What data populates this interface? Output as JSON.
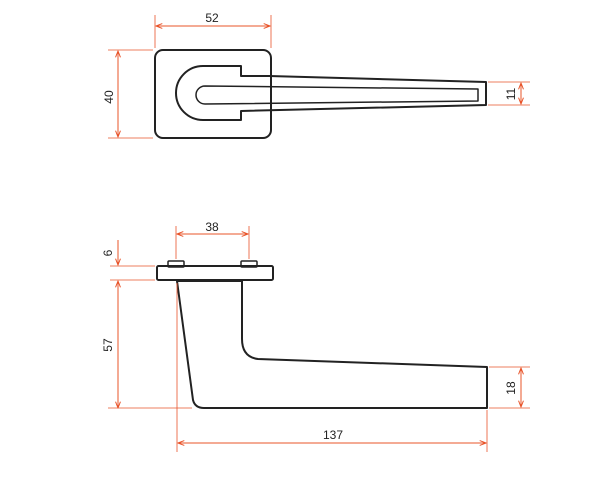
{
  "colors": {
    "outline": "#222222",
    "dimension": "#e8542a",
    "background": "#ffffff"
  },
  "top_view": {
    "dimensions": {
      "rose_width": "52",
      "rose_height": "40",
      "lever_thickness": "11"
    }
  },
  "side_view": {
    "dimensions": {
      "screw_spacing": "38",
      "rose_depth": "6",
      "lever_height": "57",
      "lever_end_height": "18",
      "projection_length": "137"
    }
  }
}
